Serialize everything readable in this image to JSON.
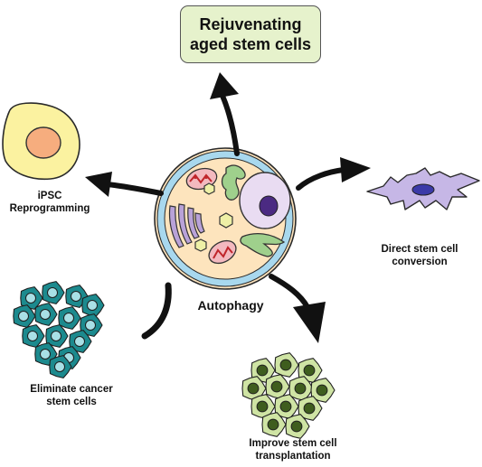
{
  "title_box": {
    "line1": "Rejuvenating",
    "line2": "aged stem cells"
  },
  "center_label": "Autophagy",
  "labels": {
    "ipsc_line1": "iPSC",
    "ipsc_line2": "Reprogramming",
    "direct_line1": "Direct stem cell",
    "direct_line2": "conversion",
    "cancer_line1": "Eliminate cancer",
    "cancer_line2": "stem cells",
    "transplant_line1": "Improve stem cell",
    "transplant_line2": "transplantation"
  },
  "colors": {
    "box_fill": "#e6f2cc",
    "cell_fill": "#fde4bd",
    "cell_membrane": "#a8d8ee",
    "nucleus": "#e9dcf2",
    "nucleolus": "#4b2a82",
    "ipsc_fill": "#fbf2a0",
    "ipsc_nucleus": "#f6ad7e",
    "fibroblast": "#c6b7e6",
    "fibroblast_nucleus": "#3b3aa8",
    "cancer_cells": "#1c8a8e",
    "transplant_cells": "#cfe4a4"
  }
}
